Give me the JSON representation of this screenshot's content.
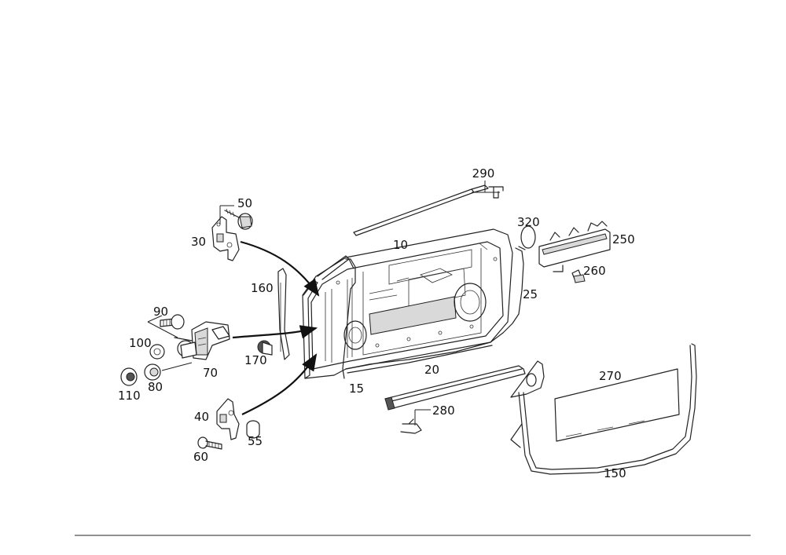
{
  "labels": {
    "p10": "10",
    "p15": "15",
    "p20": "20",
    "p25": "25",
    "p30": "30",
    "p40": "40",
    "p50": "50",
    "p55": "55",
    "p60": "60",
    "p70": "70",
    "p80": "80",
    "p90": "90",
    "p100": "100",
    "p110": "110",
    "p150": "150",
    "p160": "160",
    "p170": "170",
    "p250": "250",
    "p260": "260",
    "p270": "270",
    "p280": "280",
    "p290": "290",
    "p320": "320"
  },
  "colors": {
    "line": "#222222",
    "background": "#ffffff"
  }
}
